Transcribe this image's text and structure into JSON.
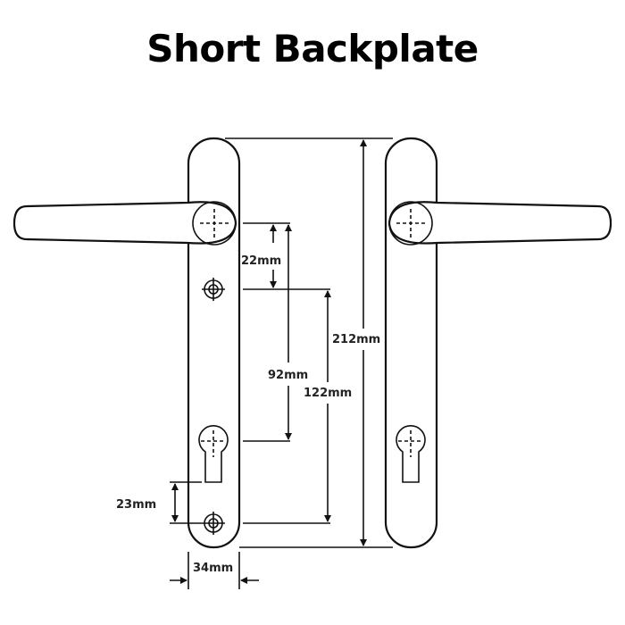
{
  "title": "Short Backplate",
  "dimensions": {
    "top_spindle_to_screw": "22mm",
    "spindle_to_cylinder": "92mm",
    "screw_to_screw": "122mm",
    "backplate_length": "212mm",
    "screw_to_bottom": "23mm",
    "backplate_width": "34mm"
  }
}
